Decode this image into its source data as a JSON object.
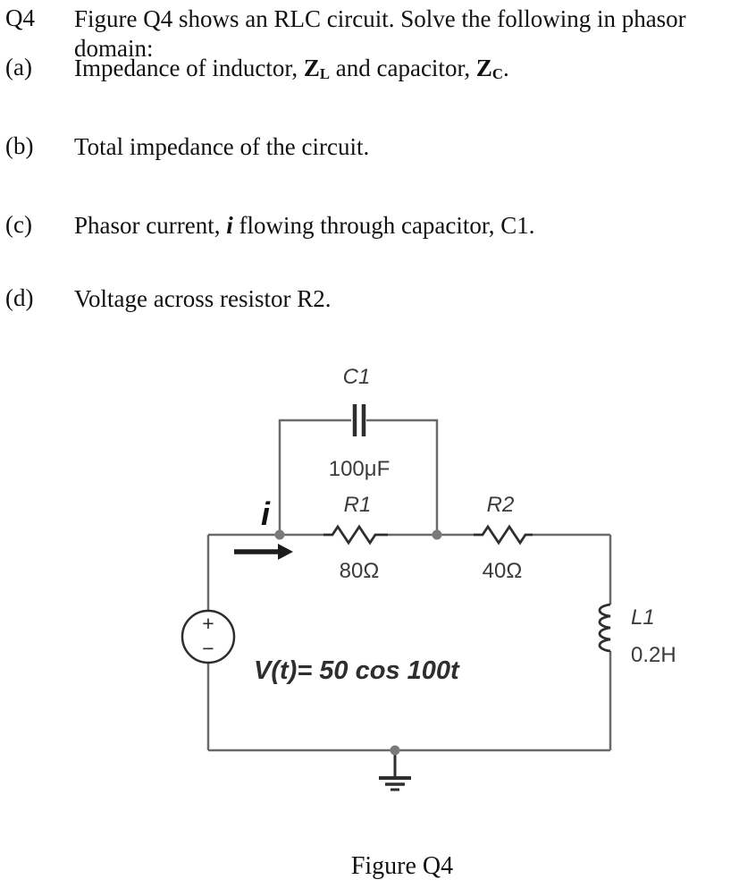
{
  "page": {
    "question_id": "Q4",
    "intro": "Figure Q4 shows an RLC circuit. Solve the following in phasor domain:",
    "parts": {
      "a": {
        "label": "(a)",
        "s0": "Impedance of inductor, ",
        "sym1": "Z",
        "sub1": "L",
        "s1": " and capacitor, ",
        "sym2": "Z",
        "sub2": "C",
        "s2": "."
      },
      "b": {
        "label": "(b)",
        "text": "Total impedance of the circuit."
      },
      "c": {
        "label": "(c)",
        "s0": "Phasor current, ",
        "current": "i",
        "s1": " flowing through capacitor, C1."
      },
      "d": {
        "label": "(d)",
        "text": "Voltage across resistor R2."
      }
    },
    "figure_caption": "Figure Q4"
  },
  "circuit": {
    "capacitor": {
      "designator": "C1",
      "value": "100μF"
    },
    "resistor1": {
      "designator": "R1",
      "value": "80Ω"
    },
    "resistor2": {
      "designator": "R2",
      "value": "40Ω"
    },
    "inductor": {
      "designator": "L1",
      "value": "0.2H"
    },
    "source": {
      "plus": "+",
      "minus": "−",
      "equation": "V(t)= 50 cos 100t"
    },
    "current_label": "i",
    "colors": {
      "wire": "#6a6a6a",
      "component": "#2e2e2e",
      "node": "#7a7a7a",
      "label": "#3b3b3b",
      "arrow": "#1c1c1c"
    }
  }
}
